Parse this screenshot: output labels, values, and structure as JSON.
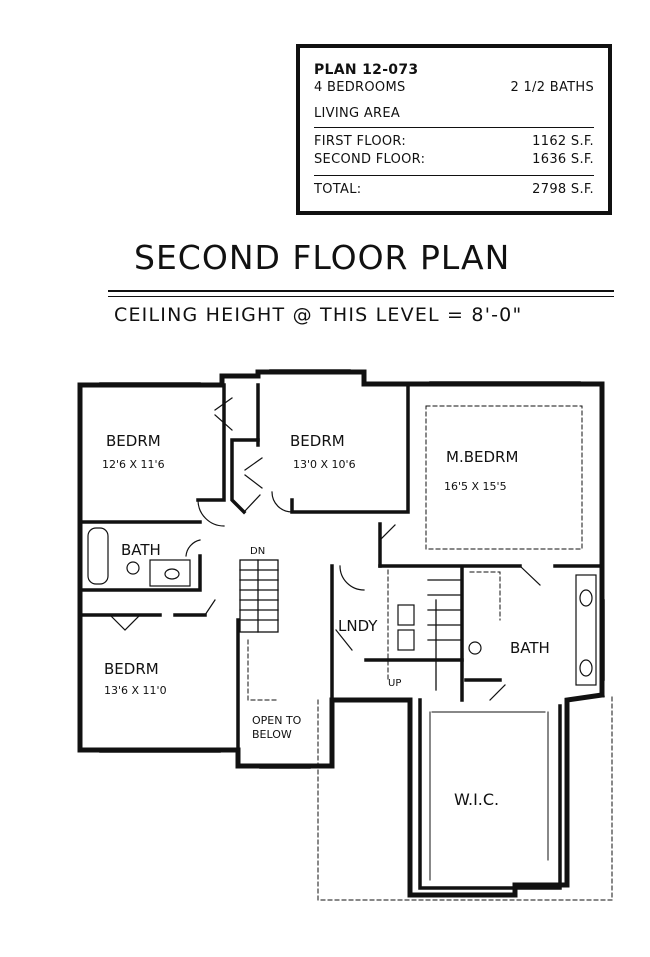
{
  "info": {
    "plan": "PLAN 12-073",
    "bedrooms": "4 BEDROOMS",
    "baths": "2 1/2 BATHS",
    "living_area": "LIVING AREA",
    "first_floor_label": "FIRST FLOOR:",
    "first_floor_value": "1162 S.F.",
    "second_floor_label": "SECOND FLOOR:",
    "second_floor_value": "1636 S.F.",
    "total_label": "TOTAL:",
    "total_value": "2798 S.F."
  },
  "title": "SECOND FLOOR PLAN",
  "ceiling": "CEILING HEIGHT @ THIS LEVEL = 8'-0\"",
  "rooms": {
    "bedrm1_name": "BEDRM",
    "bedrm1_size": "12'6 X 11'6",
    "bedrm2_name": "BEDRM",
    "bedrm2_size": "13'0 X 10'6",
    "mbedrm_name": "M.BEDRM",
    "mbedrm_size": "16'5 X 15'5",
    "bath1": "BATH",
    "bedrm3_name": "BEDRM",
    "bedrm3_size": "13'6 X 11'0",
    "lndy": "LNDY",
    "bath2": "BATH",
    "open_line1": "OPEN TO",
    "open_line2": "BELOW",
    "wic": "W.I.C.",
    "dn": "DN",
    "up": "UP"
  }
}
